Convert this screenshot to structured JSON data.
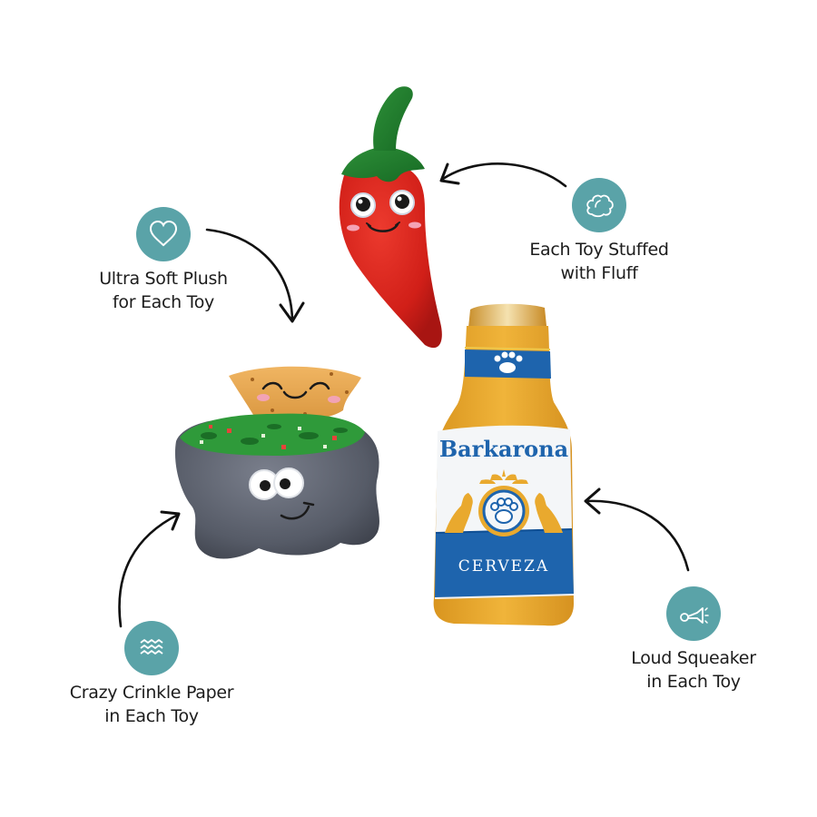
{
  "colors": {
    "background": "#ffffff",
    "badge_teal": "#5aa3a8",
    "badge_icon": "#ffffff",
    "text": "#1c1c1c",
    "arrow": "#111111",
    "chili_red": "#d9221c",
    "chili_stem": "#1f7a2c",
    "guac_bowl": "#5b5f6b",
    "guac_green": "#2f9a3a",
    "chip_tan": "#e6a64c",
    "bottle_gold": "#e9a92e",
    "bottle_blue": "#1e64ad",
    "bottle_white": "#f4f6f8"
  },
  "features": [
    {
      "id": "plush",
      "icon": "heart-icon",
      "line1": "Ultra Soft Plush",
      "line2": "for Each Toy"
    },
    {
      "id": "fluff",
      "icon": "cloud-icon",
      "line1": "Each Toy Stuffed",
      "line2": "with Fluff"
    },
    {
      "id": "crinkle",
      "icon": "waves-icon",
      "line1": "Crazy Crinkle Paper",
      "line2": "in Each Toy"
    },
    {
      "id": "squeaker",
      "icon": "horn-icon",
      "line1": "Loud Squeaker",
      "line2": "in Each Toy"
    }
  ],
  "toys": [
    {
      "id": "chili",
      "name": "chili pepper plush"
    },
    {
      "id": "guac",
      "name": "guacamole bowl with chip plush"
    },
    {
      "id": "beer",
      "name": "beer bottle plush",
      "brand": "Barkarona",
      "label": "CERVEZA"
    }
  ]
}
